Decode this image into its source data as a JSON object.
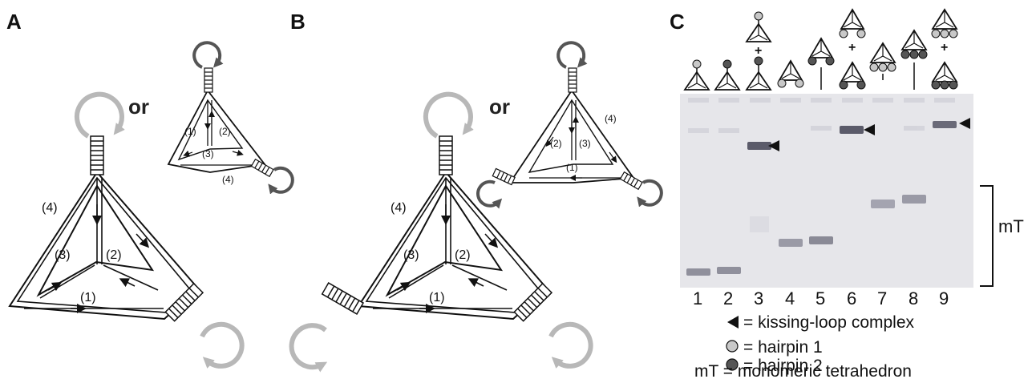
{
  "panels": {
    "a": {
      "label": "A",
      "or_text": "or",
      "large_strands": [
        "(1)",
        "(2)",
        "(3)",
        "(4)"
      ],
      "small_strands": [
        "(1)",
        "(2)",
        "(3)",
        "(4)"
      ]
    },
    "b": {
      "label": "B",
      "or_text": "or",
      "large_strands": [
        "(1)",
        "(2)",
        "(3)",
        "(4)"
      ],
      "small_strands": [
        "(1)",
        "(2)",
        "(3)",
        "(4)"
      ]
    },
    "c": {
      "label": "C",
      "lanes": [
        "1",
        "2",
        "3",
        "4",
        "5",
        "6",
        "7",
        "8",
        "9"
      ],
      "plus_sign": "+",
      "mt_label": "mT"
    }
  },
  "legend": {
    "kissing": "= kissing-loop complex",
    "hairpin1": "= hairpin 1",
    "hairpin2": "= hairpin 2",
    "mt": "mT = monomeric tetrahedron"
  },
  "colors": {
    "hairpin1": "#c8c8c8",
    "hairpin2": "#555555",
    "loop_light": "#b8b8b8",
    "loop_dark": "#555555",
    "gel_background": "#e6e6ea",
    "band": "#7a7a88"
  }
}
